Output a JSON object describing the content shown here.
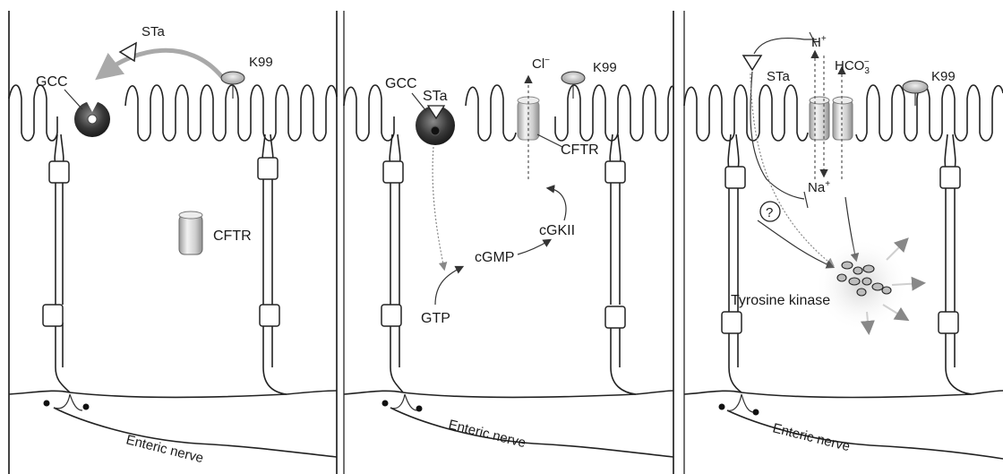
{
  "panels": [
    {
      "id": "panel-1",
      "labels": {
        "sta": "STa",
        "k99": "K99",
        "gcc": "GCC",
        "cftr": "CFTR",
        "enteric_nerve": "Enteric nerve"
      }
    },
    {
      "id": "panel-2",
      "labels": {
        "cl": "Cl",
        "cl_sup": "−",
        "k99": "K99",
        "gcc": "GCC",
        "sta": "STa",
        "cftr": "CFTR",
        "cgkii": "cGKII",
        "cgmp": "cGMP",
        "gtp": "GTP",
        "enteric_nerve": "Enteric nerve"
      }
    },
    {
      "id": "panel-3",
      "labels": {
        "h": "H",
        "h_sup": "+",
        "hco3": "HCO",
        "hco3_sub": "3",
        "hco3_sup": "−",
        "sta": "STa",
        "k99": "K99",
        "na": "Na",
        "na_sup": "+",
        "question": "?",
        "tyrosine_kinase": "Tyrosine kinase",
        "enteric_nerve": "Enteric nerve"
      }
    }
  ],
  "colors": {
    "membrane": "#222222",
    "sta_arrow": "#a9a9a9",
    "gcc_dark": "#3a3a3a",
    "cftr_fill": "#d8d8d8"
  }
}
